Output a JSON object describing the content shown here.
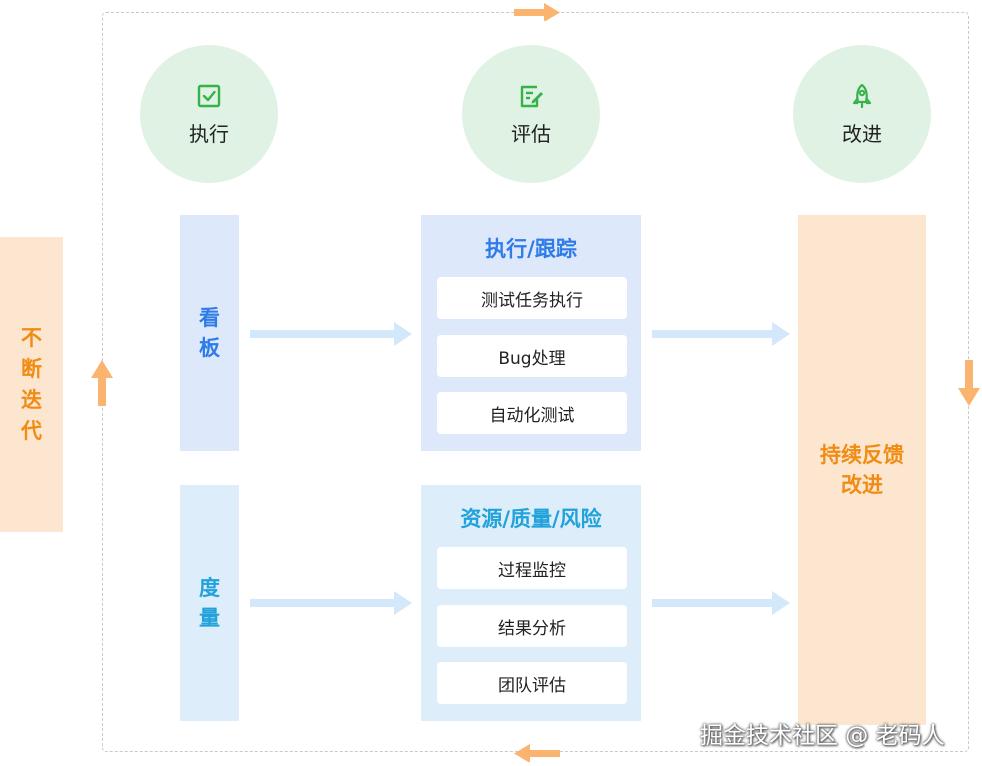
{
  "phases": [
    {
      "label": "执行",
      "icon": "checkbox-icon"
    },
    {
      "label": "评估",
      "icon": "edit-document-icon"
    },
    {
      "label": "改进",
      "icon": "rocket-icon"
    }
  ],
  "sections": {
    "kanban": "看\n板",
    "metrics": "度\n量"
  },
  "panels": [
    {
      "title": "执行/跟踪",
      "items": [
        "测试任务执行",
        "Bug处理",
        "自动化测试"
      ]
    },
    {
      "title": "资源/质量/风险",
      "items": [
        "过程监控",
        "结果分析",
        "团队评估"
      ]
    }
  ],
  "feedback": "持续反馈\n改进",
  "iterate": "不\n断\n迭\n代",
  "watermark": "掘金技术社区 @ 老码人",
  "colors": {
    "phase_bg": "#dff2e3",
    "icon_green": "#36b24a",
    "blue": "#2f7be8",
    "cyan": "#21a2da",
    "orange": "#f08c14",
    "orange_bg": "#fde6cf",
    "arrow_orange": "#fbb470",
    "arrow_blue": "#d3e8fb"
  }
}
